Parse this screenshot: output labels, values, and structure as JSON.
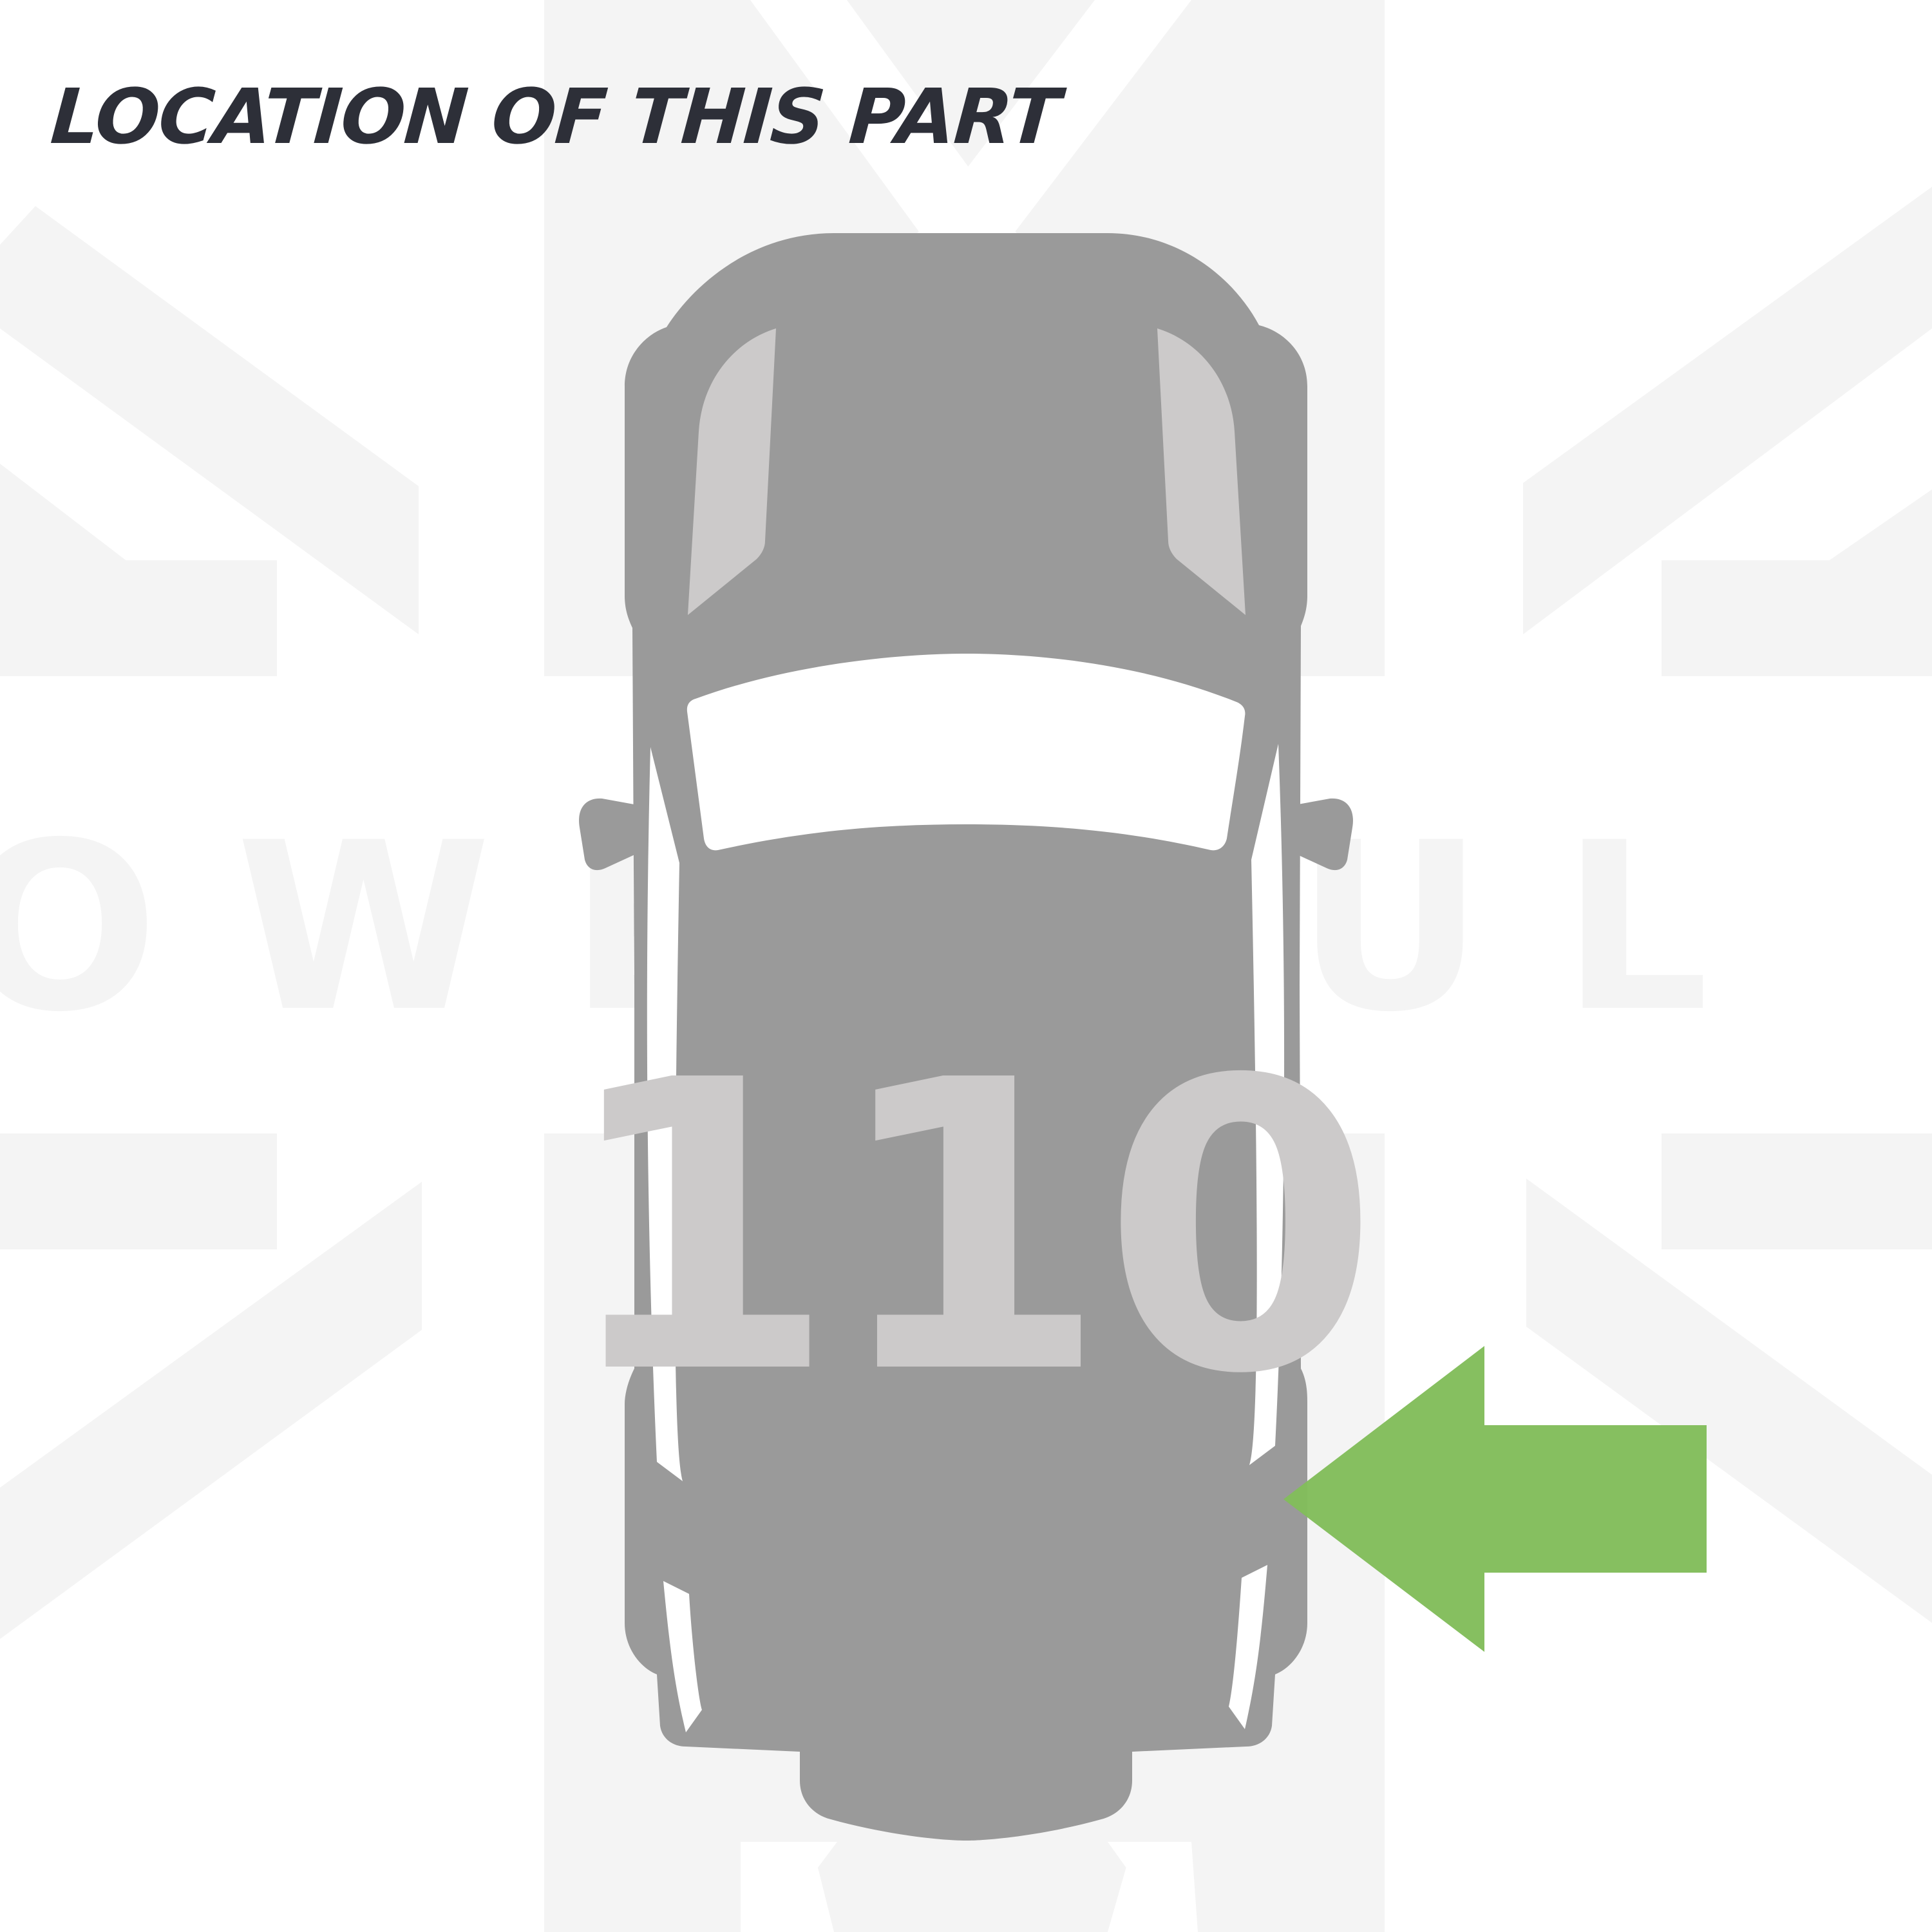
{
  "header": {
    "title": "LOCATION OF THIS PART"
  },
  "watermark": {
    "text": "OWERFUL U",
    "color": "#f4f4f4"
  },
  "vehicle": {
    "model_number": "110",
    "body_color": "#9a9a9a",
    "window_color": "#cccaca",
    "glass_color": "#ffffff"
  },
  "indicator": {
    "icon": "arrow-left-icon",
    "color": "#82bd5b"
  },
  "colors": {
    "title": "#2d2f38",
    "background": "#ffffff"
  }
}
